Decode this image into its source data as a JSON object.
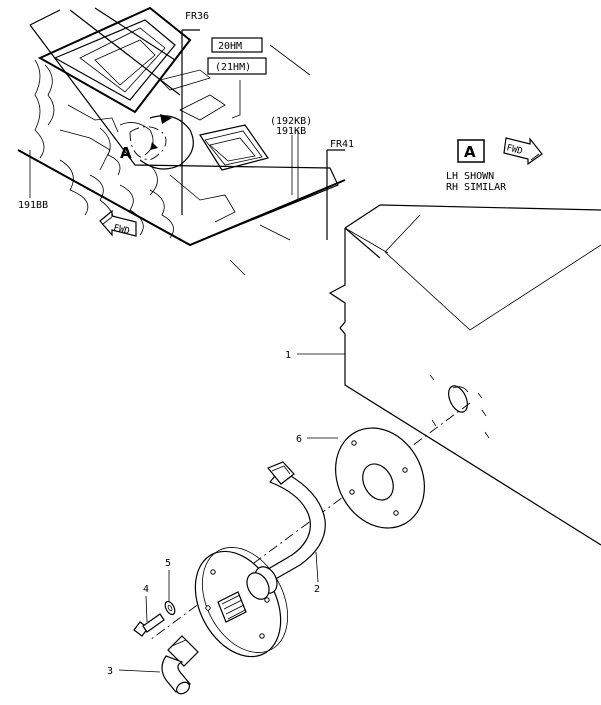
{
  "inset": {
    "frame_left": "FR36",
    "frame_right": "FR41",
    "zone_upper": "20HM",
    "zone_upper_alt": "(21HM)",
    "zone_right_alt": "(192KB)",
    "zone_right": "191KB",
    "zone_left": "191BB",
    "view_marker": "A",
    "fwd_arrow": "FWD"
  },
  "view": {
    "marker": "A",
    "fwd_arrow": "FWD",
    "note_line1": "LH SHOWN",
    "note_line2": "RH SIMILAR"
  },
  "callouts": {
    "item1": "1",
    "item2": "2",
    "item3": "3",
    "item4": "4",
    "item5": "5",
    "item6": "6"
  },
  "icons": [
    "fwd-arrow-icon",
    "view-marker-box"
  ]
}
